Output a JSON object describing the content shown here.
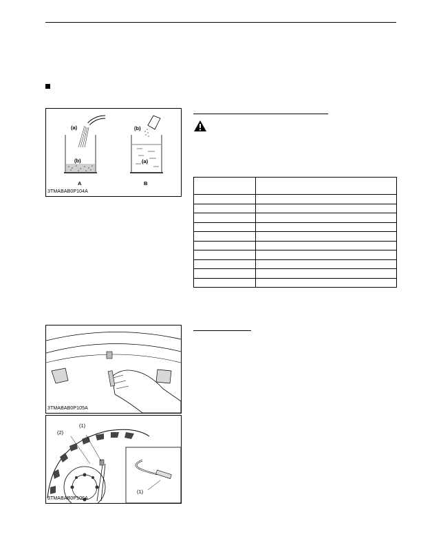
{
  "figures": {
    "fig1": {
      "caption": "3TMABAB0P104A",
      "label_a_top": "(a)",
      "label_b_left": "(b)",
      "label_b_top": "(b)",
      "label_a_right": "(a)",
      "panel_a": "A",
      "panel_b": "B"
    },
    "fig2": {
      "caption": "3TMABAB0P105A"
    },
    "fig3": {
      "caption": "3TMABAB0P106A",
      "callout_1": "(1)",
      "callout_2": "(2)",
      "callout_1_inset": "(1)"
    }
  },
  "icons": {
    "warning": "warning-triangle-icon"
  },
  "table": {
    "rows": 11,
    "cols": 2
  }
}
